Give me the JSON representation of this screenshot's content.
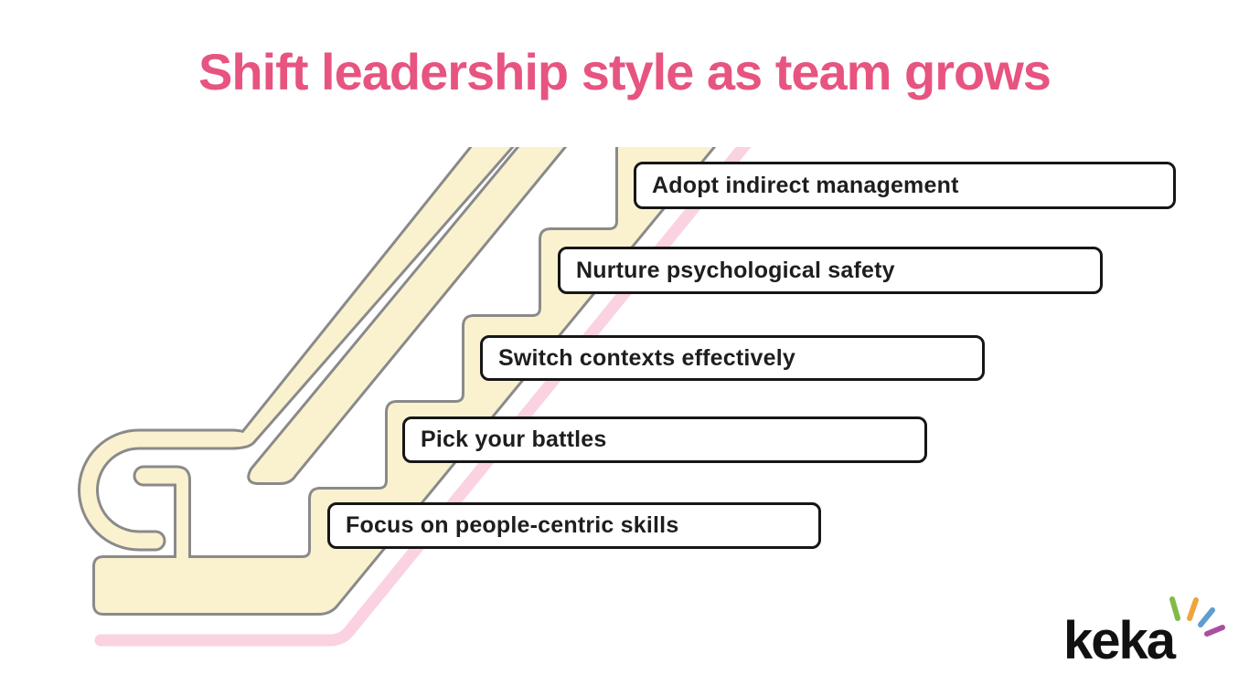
{
  "title": {
    "text": "Shift leadership style as team grows"
  },
  "steps": [
    {
      "label": "Adopt indirect management"
    },
    {
      "label": "Nurture psychological safety"
    },
    {
      "label": "Switch contexts effectively"
    },
    {
      "label": "Pick your battles"
    },
    {
      "label": "Focus on people-centric skills"
    }
  ],
  "logo": {
    "text": "keka"
  },
  "colors": {
    "title_pink": "#E75480",
    "stripe_pink": "#FAD2E1",
    "escalator_cream": "#FAF2CF",
    "escalator_outline": "#8A8A8A",
    "box_border": "#161616",
    "box_text": "#1E1E1E",
    "logo_black": "#111111",
    "ray_green": "#82B94B",
    "ray_orange": "#F0A43C",
    "ray_blue": "#5E9DD1",
    "ray_purple": "#AA4F9F"
  }
}
